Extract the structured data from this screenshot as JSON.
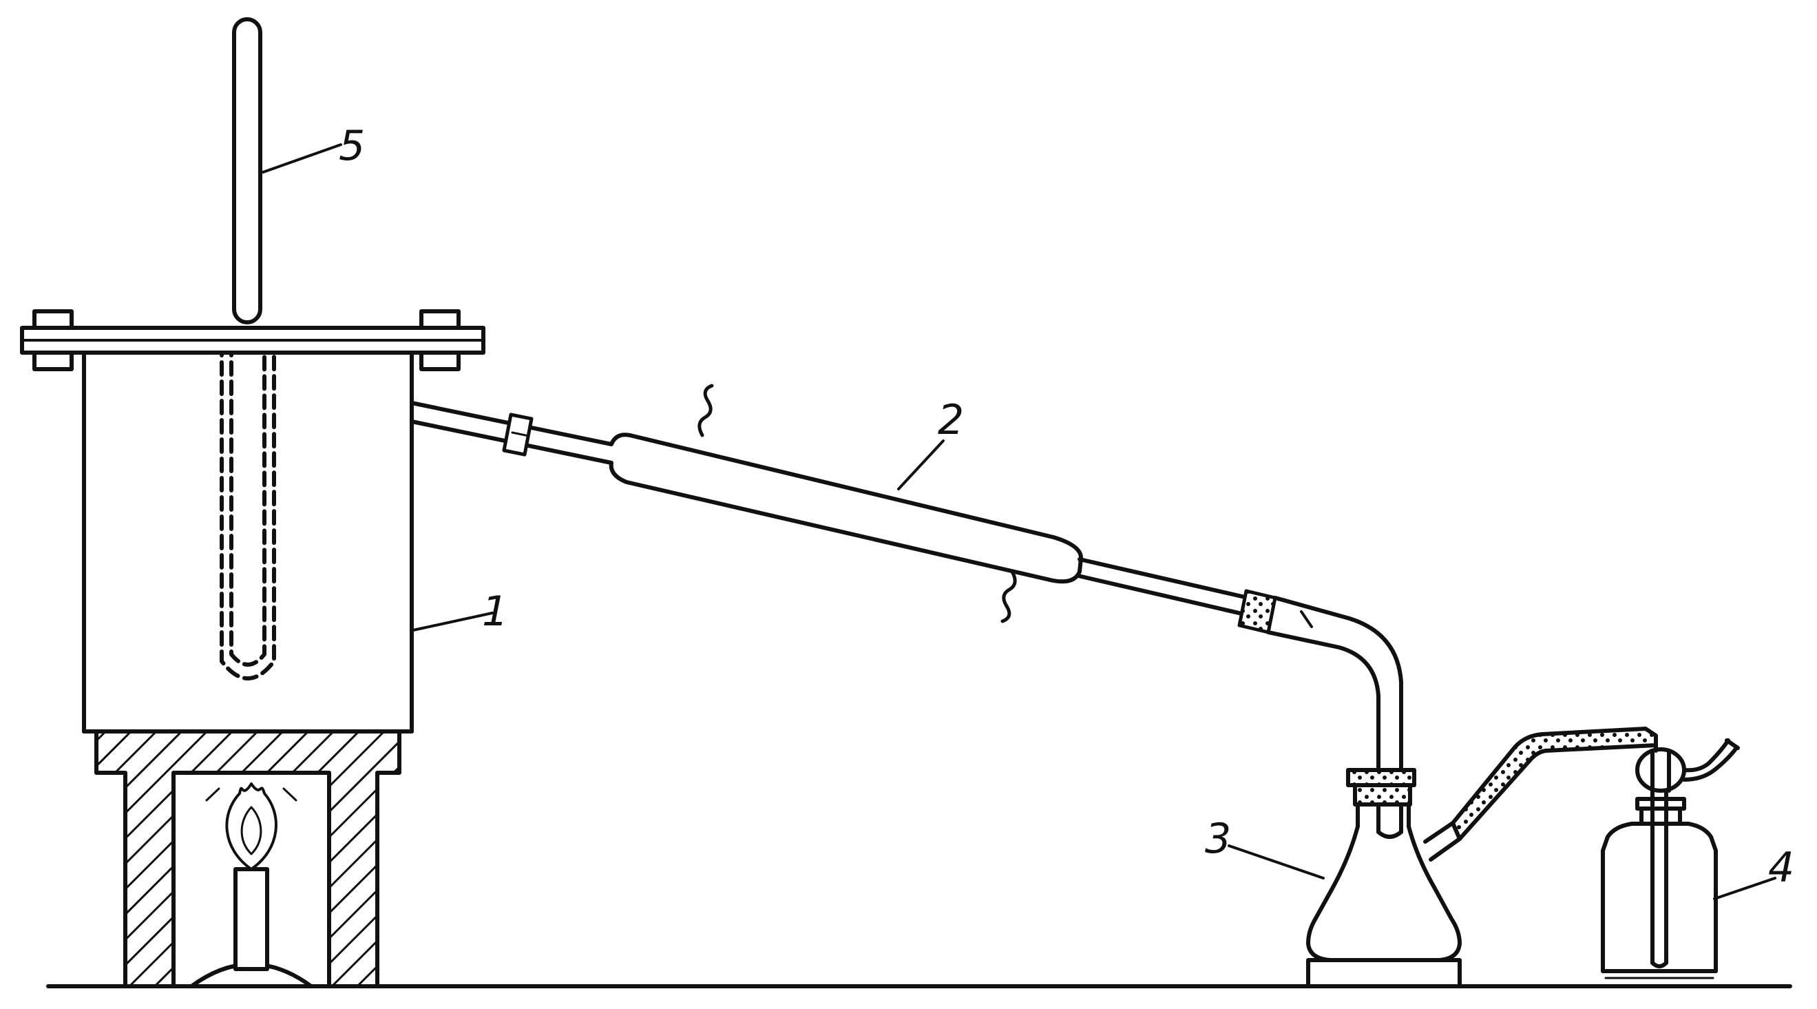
{
  "labels": {
    "vessel": "1",
    "condenser": "2",
    "flask": "3",
    "bottle": "4",
    "thermometer": "5"
  },
  "colors": {
    "ink": "#111111",
    "paper": "#ffffff"
  }
}
